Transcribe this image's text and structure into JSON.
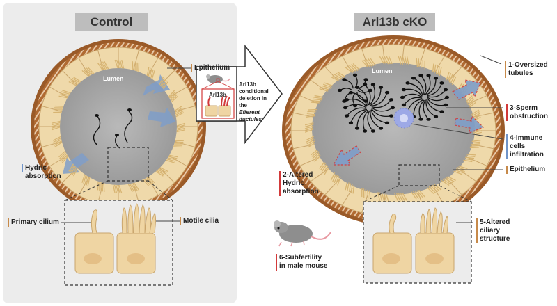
{
  "panels": {
    "control": {
      "title": "Control"
    },
    "cko": {
      "title": "Arl13b cKO"
    }
  },
  "control": {
    "lumen": "Lumen",
    "epithelium": "Epithelium",
    "hydric": "Hydric\nabsorption",
    "primary_cilium": "Primary cilium",
    "motile_cilia": "Motile cilia"
  },
  "arrow": {
    "gene": "Arl13b",
    "description": "Arl13b\nconditional\ndeletion in\nthe",
    "description_italic": "Efferent\nductules"
  },
  "cko": {
    "lumen": "Lumen",
    "f1": "1-Oversized\ntubules",
    "f2": "2-Altered\nHydric\nabsorption",
    "f3": "3-Sperm\nobstruction",
    "f4": "4-Immune\ncells\ninfiltration",
    "epithelium": "Epithelium",
    "f5": "5-Altered\nciliary\nstructure",
    "f6": "6-Subfertility\nin male mouse"
  },
  "colors": {
    "panel_bg": "#ececec",
    "tissue_ring": "#a8642e",
    "epithelium": "#efd9aa",
    "lumen": "#a8a8a8",
    "hydric_arrow": "#7f9ec9",
    "altered_outline": "#d23a3a",
    "immune_cell": "#9da9e6"
  },
  "icons": [
    "mouse-icon",
    "sperm-icon",
    "immune-cell-icon",
    "water-flow-arrow-icon"
  ]
}
